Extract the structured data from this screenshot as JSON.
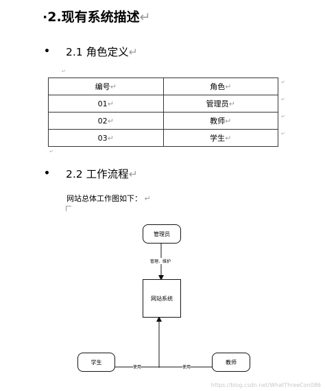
{
  "section": {
    "heading_prefix": "·",
    "heading": "2.现有系统描述",
    "para_mark": "↵"
  },
  "subsection_roles": {
    "bullet": "•",
    "heading": "2.1 角色定义"
  },
  "roles_table": {
    "headers": [
      "编号",
      "角色"
    ],
    "rows": [
      [
        "01",
        "管理员"
      ],
      [
        "02",
        "教师"
      ],
      [
        "03",
        "学生"
      ]
    ]
  },
  "subsection_workflow": {
    "bullet": "•",
    "heading": "2.2 工作流程"
  },
  "workflow_intro": "网站总体工作图如下：",
  "diagram": {
    "nodes": {
      "admin": "管理员",
      "system": "网站系统",
      "student": "学生",
      "teacher": "教师"
    },
    "edges": {
      "admin_to_system": "管理、维护",
      "student_use": "使用",
      "teacher_use": "使用"
    }
  },
  "watermark": "https://blog.csdn.net/WhatThreeCon086"
}
